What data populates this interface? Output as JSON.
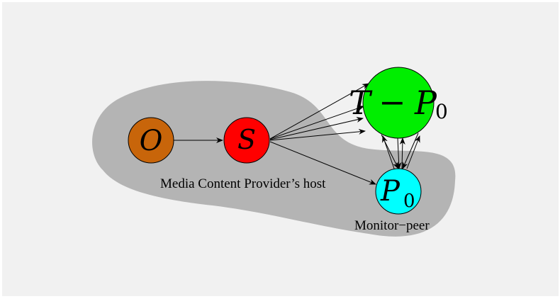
{
  "diagram": {
    "background_color": "#f1f1f1",
    "region_color": "#b4b4b4",
    "nodes": {
      "o": {
        "label": "O",
        "color": "#c8650a"
      },
      "s": {
        "label": "S",
        "color": "#ff0000"
      },
      "tp": {
        "label_main": "T",
        "label_op": "−",
        "label_p": "P",
        "label_sub": "0",
        "color": "#00ee00"
      },
      "p0": {
        "label_p": "P",
        "label_sub": "0",
        "color": "#00ffff"
      }
    },
    "captions": {
      "host": "Media Content Provider’s host",
      "monitor": "Monitor−peer"
    }
  }
}
